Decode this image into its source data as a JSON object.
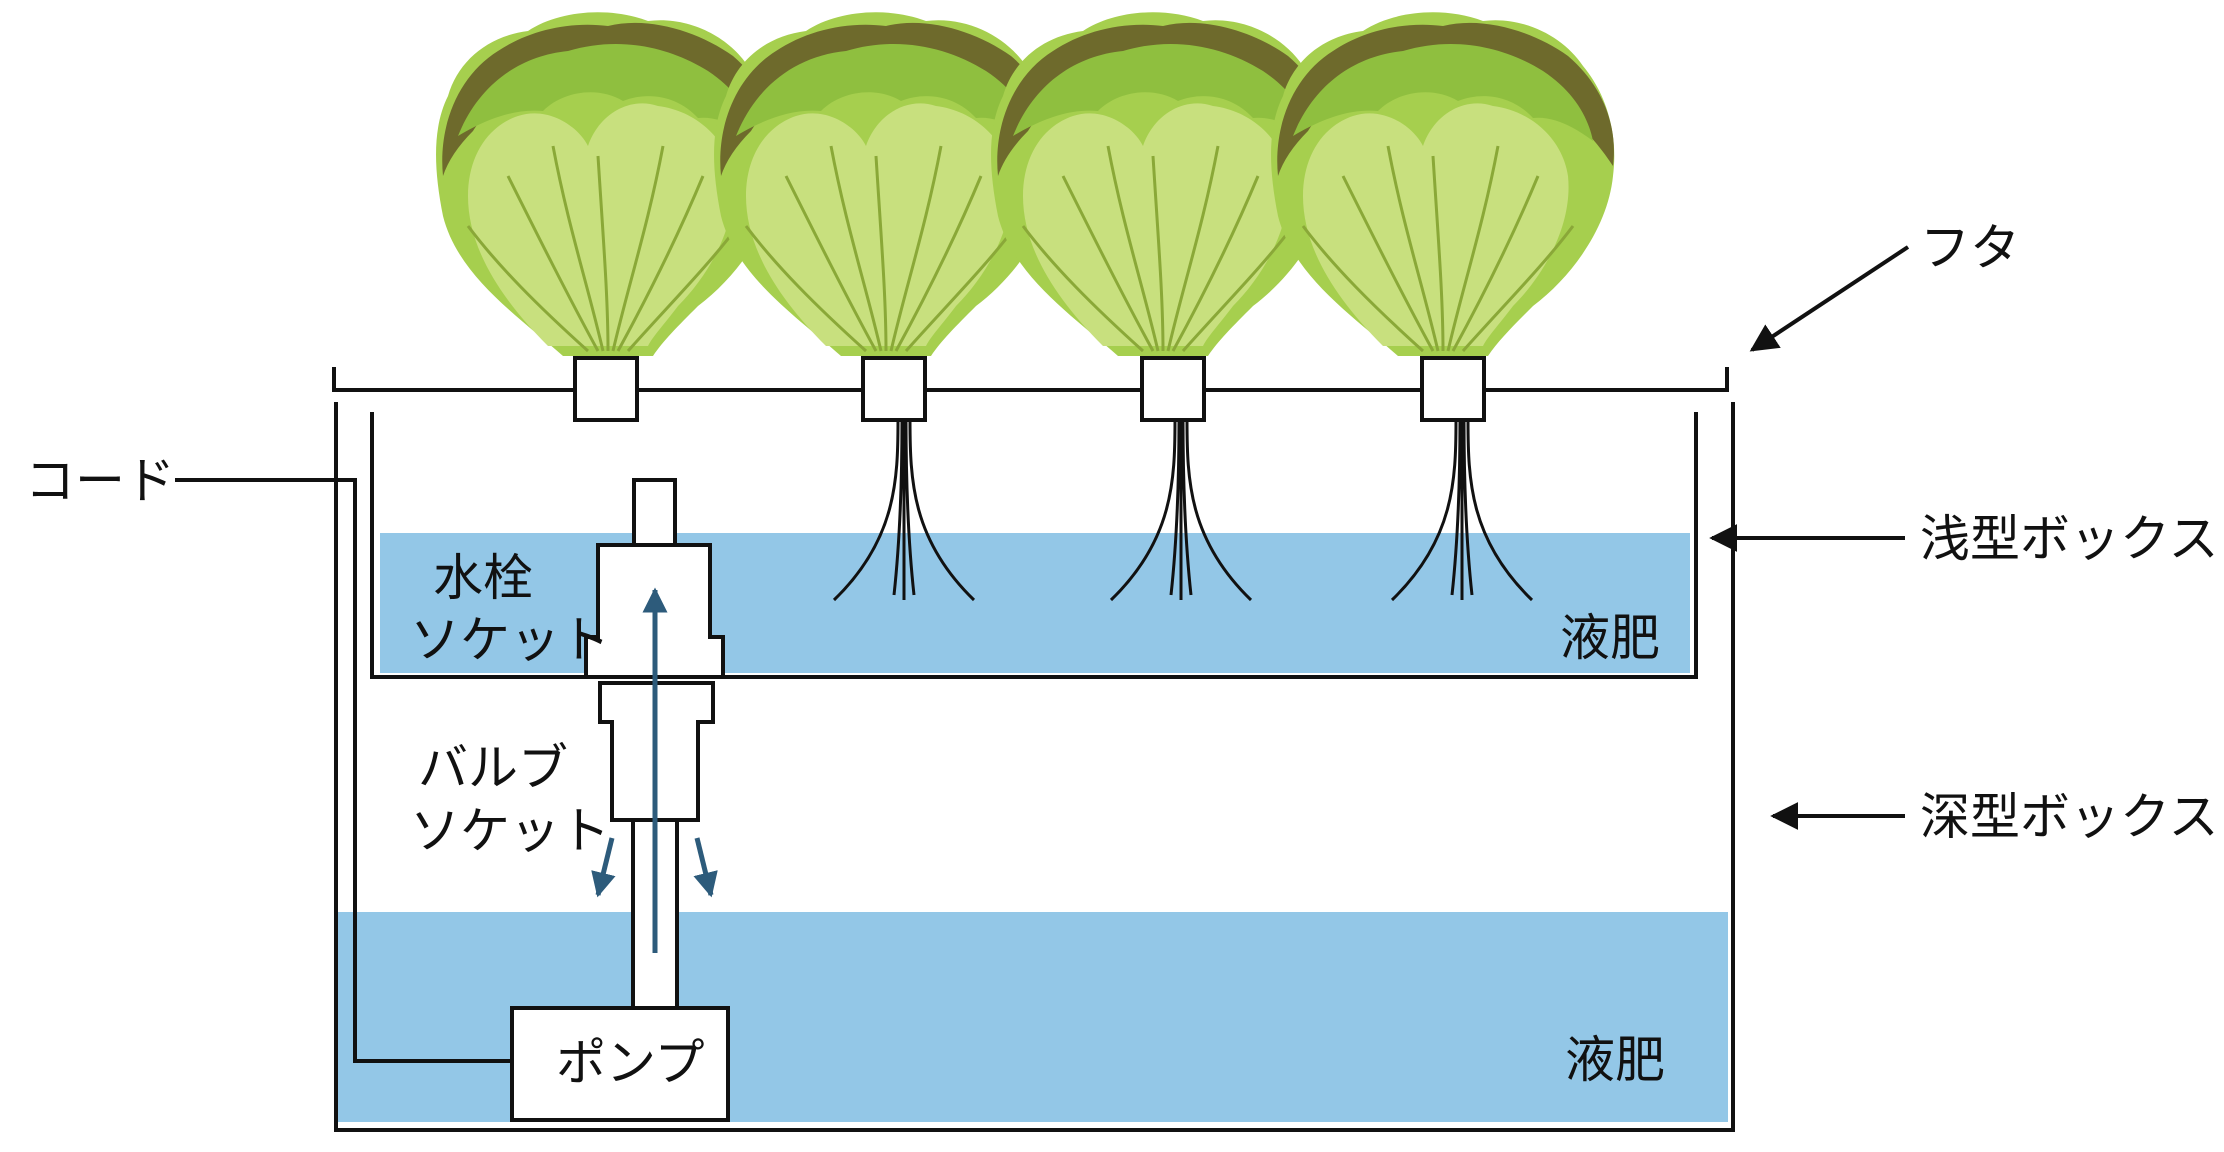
{
  "labels": {
    "lid": "フタ",
    "cord": "コード",
    "shallow_box": "浅型ボックス",
    "deep_box": "深型ボックス",
    "liquid_upper": "液肥",
    "liquid_lower": "液肥",
    "faucet_socket_1": "水栓",
    "faucet_socket_2": "ソケット",
    "valve_socket_1": "バルブ",
    "valve_socket_2": "ソケット",
    "pump": "ポンプ"
  },
  "colors": {
    "liquid": "#93c7e7",
    "outline": "#111111",
    "flow_arrow": "#2d5b7b",
    "lettuce_light": "#b7d95a",
    "lettuce_mid": "#8fbf3f",
    "lettuce_dark": "#6e6a2c"
  },
  "plants": [
    "lettuce",
    "lettuce",
    "lettuce",
    "lettuce"
  ]
}
